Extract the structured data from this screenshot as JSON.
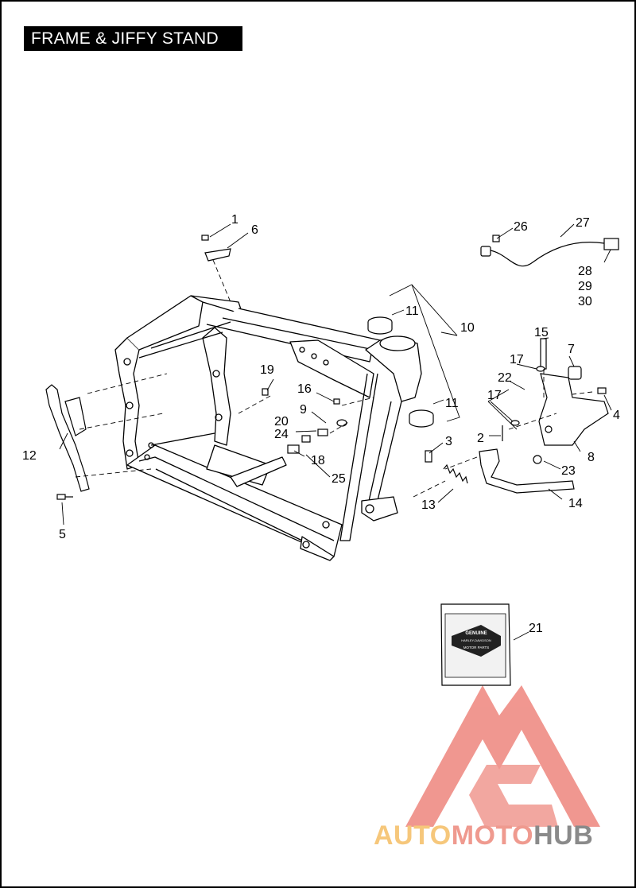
{
  "title": "FRAME & JIFFY STAND",
  "callouts": {
    "c1": "1",
    "c2": "2",
    "c3": "3",
    "c4": "4",
    "c5": "5",
    "c6": "6",
    "c7": "7",
    "c8": "8",
    "c9": "9",
    "c10": "10",
    "c11a": "11",
    "c11b": "11",
    "c12": "12",
    "c13": "13",
    "c14": "14",
    "c15": "15",
    "c16": "16",
    "c17a": "17",
    "c17b": "17",
    "c18": "18",
    "c19": "19",
    "c20": "20",
    "c21": "21",
    "c22": "22",
    "c23": "23",
    "c24": "24",
    "c25": "25",
    "c26": "26",
    "c27": "27",
    "c28": "28",
    "c29": "29",
    "c30": "30"
  },
  "package": {
    "line1": "GENUINE",
    "line2": "HARLEY-DAVIDSON",
    "line3": "MOTOR PARTS"
  },
  "watermark": {
    "auto": "AUTO",
    "moto": "MOTO",
    "hub": "HUB",
    "colors": {
      "auto": "#f6c77b",
      "moto": "#ef9a8f",
      "hub": "#8a8a8a",
      "logo": "#ef8c84"
    }
  }
}
